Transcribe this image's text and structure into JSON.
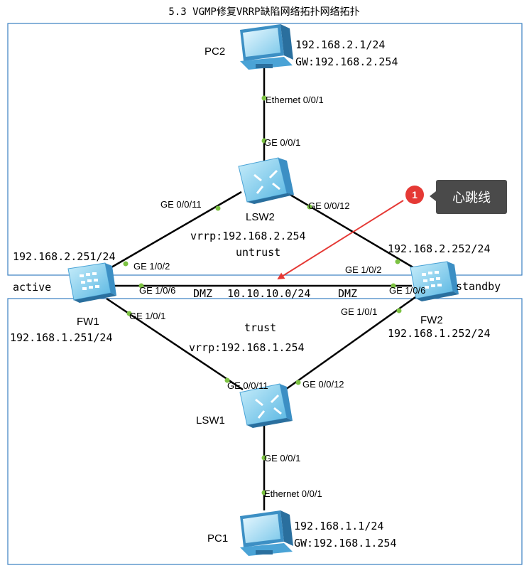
{
  "title": "5.3  VGMP修复VRRP缺陷网络拓扑网络拓扑",
  "devices": {
    "pc2": {
      "name": "PC2",
      "ip": "192.168.2.1/24",
      "gw": "GW:192.168.2.254"
    },
    "pc1": {
      "name": "PC1",
      "ip": "192.168.1.1/24",
      "gw": "GW:192.168.1.254"
    },
    "lsw2": {
      "name": "LSW2",
      "vrrp": "vrrp:192.168.2.254",
      "zone": "untrust"
    },
    "lsw1": {
      "name": "LSW1",
      "vrrp": "vrrp:192.168.1.254",
      "zone": "trust"
    },
    "fw1": {
      "name": "FW1",
      "role": "active",
      "ip_up": "192.168.2.251/24",
      "ip_down": "192.168.1.251/24"
    },
    "fw2": {
      "name": "FW2",
      "role": "standby",
      "ip_up": "192.168.2.252/24",
      "ip_down": "192.168.1.252/24"
    }
  },
  "heartbeat": {
    "dmz_left": "DMZ",
    "dmz_right": "DMZ",
    "network": "10.10.10.0/24"
  },
  "ports": {
    "pc2_eth": "Ethernet 0/0/1",
    "lsw2_ge1": "GE 0/0/1",
    "lsw2_ge11": "GE 0/0/11",
    "lsw2_ge12": "GE 0/0/12",
    "fw1_ge2": "GE 1/0/2",
    "fw1_ge6": "GE 1/0/6",
    "fw1_ge1": "GE 1/0/1",
    "fw2_ge2": "GE 1/0/2",
    "fw2_ge6": "GE 1/0/6",
    "fw2_ge1": "GE 1/0/1",
    "lsw1_ge11": "GE 0/0/11",
    "lsw1_ge12": "GE 0/0/12",
    "lsw1_ge1": "GE 0/0/1",
    "pc1_eth": "Ethernet 0/0/1"
  },
  "callout": {
    "number": "1",
    "text": "心跳线"
  },
  "colors": {
    "link": "#000000",
    "port_dot": "#7cc242",
    "frame": "#3a7fc1",
    "device": "#8fd0f0",
    "callout_bg": "#4a4a4a",
    "badge": "#e53935",
    "arrow": "#e53935"
  }
}
